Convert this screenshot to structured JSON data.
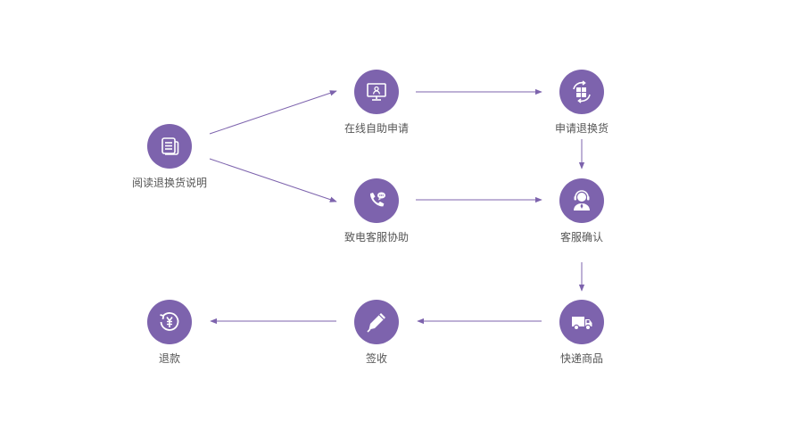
{
  "colors": {
    "node_fill": "#7d63ad",
    "arrow": "#7d63ad",
    "icon": "#ffffff",
    "label": "#555555"
  },
  "nodes": {
    "read_policy": {
      "label": "阅读退换货说明",
      "icon": "document-icon"
    },
    "online_apply": {
      "label": "在线自助申请",
      "icon": "monitor-user-icon"
    },
    "phone_support": {
      "label": "致电客服协助",
      "icon": "phone-chat-icon"
    },
    "request_return": {
      "label": "申请退换货",
      "icon": "box-exchange-icon"
    },
    "service_confirm": {
      "label": "客服确认",
      "icon": "customer-service-icon"
    },
    "express_goods": {
      "label": "快递商品",
      "icon": "delivery-truck-icon"
    },
    "sign_receive": {
      "label": "签收",
      "icon": "pen-icon"
    },
    "refund": {
      "label": "退款",
      "icon": "yen-refund-icon"
    }
  }
}
